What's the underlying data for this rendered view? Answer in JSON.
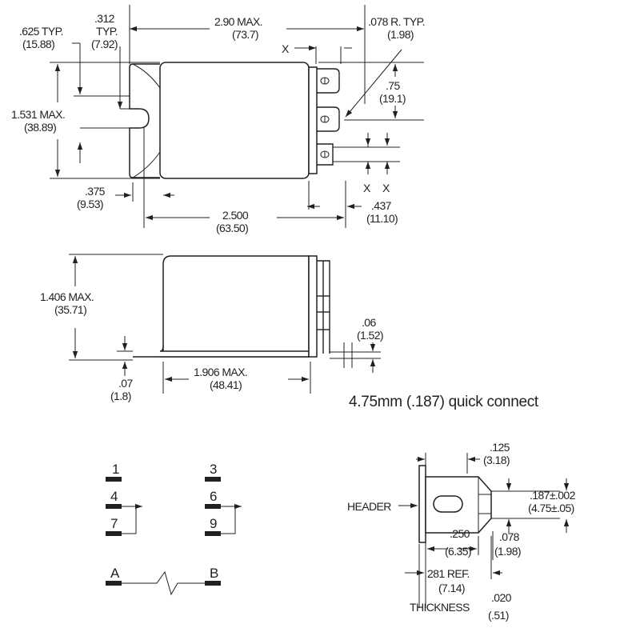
{
  "top_view": {
    "d_625": ".625 TYP.",
    "d_625_mm": "(15.88)",
    "d_312": ".312",
    "d_312_typ": "TYP.",
    "d_312_mm": "(7.92)",
    "d_290": "2.90 MAX.",
    "d_290_mm": "(73.7)",
    "d_078r": ".078 R. TYP.",
    "d_078r_mm": "(1.98)",
    "d_075": ".75",
    "d_075_mm": "(19.1)",
    "d_1531": "1.531 MAX.",
    "d_1531_mm": "(38.89)",
    "d_375": ".375",
    "d_375_mm": "(9.53)",
    "d_2500": "2.500",
    "d_2500_mm": "(63.50)",
    "d_437": ".437",
    "d_437_mm": "(11.10)",
    "x_mark": "X"
  },
  "side_view": {
    "d_1406": "1.406 MAX.",
    "d_1406_mm": "(35.71)",
    "d_006": ".06",
    "d_006_mm": "(1.52)",
    "d_007": ".07",
    "d_007_mm": "(1.8)",
    "d_1906": "1.906 MAX.",
    "d_1906_mm": "(48.41)"
  },
  "quick_connect": {
    "title": "4.75mm (.187) quick connect",
    "d_125": ".125",
    "d_125_mm": "(3.18)",
    "header": "HEADER",
    "d_187": ".187±.002",
    "d_187_mm": "(4.75±.05)",
    "d_250": ".250",
    "d_250_mm": "(6.35)",
    "d_078": ".078",
    "d_078_mm": "(1.98)",
    "d_281": "281 REF.",
    "d_281_mm": "(7.14)",
    "thickness": "THICKNESS",
    "d_020": ".020",
    "d_020_mm": "(.51)"
  },
  "schematic": {
    "pins": [
      "1",
      "4",
      "7",
      "3",
      "6",
      "9"
    ],
    "coil_a": "A",
    "coil_b": "B"
  }
}
